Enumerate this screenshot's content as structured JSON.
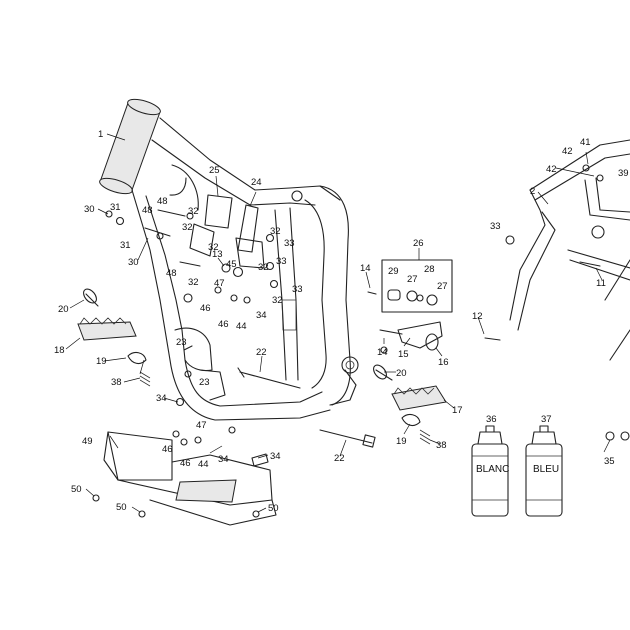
{
  "callouts": [
    {
      "id": "c1",
      "text": "1"
    },
    {
      "id": "c2",
      "text": "2"
    },
    {
      "id": "c11",
      "text": "11"
    },
    {
      "id": "c12",
      "text": "12"
    },
    {
      "id": "c13",
      "text": "13"
    },
    {
      "id": "c14a",
      "text": "14"
    },
    {
      "id": "c14b",
      "text": "14"
    },
    {
      "id": "c15",
      "text": "15"
    },
    {
      "id": "c16",
      "text": "16"
    },
    {
      "id": "c17",
      "text": "17"
    },
    {
      "id": "c18",
      "text": "18"
    },
    {
      "id": "c19a",
      "text": "19"
    },
    {
      "id": "c19b",
      "text": "19"
    },
    {
      "id": "c20a",
      "text": "20"
    },
    {
      "id": "c20b",
      "text": "20"
    },
    {
      "id": "c22a",
      "text": "22"
    },
    {
      "id": "c22b",
      "text": "22"
    },
    {
      "id": "c23a",
      "text": "23"
    },
    {
      "id": "c23b",
      "text": "23"
    },
    {
      "id": "c24",
      "text": "24"
    },
    {
      "id": "c25",
      "text": "25"
    },
    {
      "id": "c26",
      "text": "26"
    },
    {
      "id": "c27a",
      "text": "27"
    },
    {
      "id": "c27b",
      "text": "27"
    },
    {
      "id": "c28",
      "text": "28"
    },
    {
      "id": "c29",
      "text": "29"
    },
    {
      "id": "c30a",
      "text": "30"
    },
    {
      "id": "c30b",
      "text": "30"
    },
    {
      "id": "c31a",
      "text": "31"
    },
    {
      "id": "c31b",
      "text": "31"
    },
    {
      "id": "c32a",
      "text": "32"
    },
    {
      "id": "c32b",
      "text": "32"
    },
    {
      "id": "c32c",
      "text": "32"
    },
    {
      "id": "c32d",
      "text": "32"
    },
    {
      "id": "c32e",
      "text": "32"
    },
    {
      "id": "c32f",
      "text": "32"
    },
    {
      "id": "c32g",
      "text": "32"
    },
    {
      "id": "c33a",
      "text": "33"
    },
    {
      "id": "c33b",
      "text": "33"
    },
    {
      "id": "c33c",
      "text": "33"
    },
    {
      "id": "c33d",
      "text": "33"
    },
    {
      "id": "c34a",
      "text": "34"
    },
    {
      "id": "c34b",
      "text": "34"
    },
    {
      "id": "c34c",
      "text": "34"
    },
    {
      "id": "c34d",
      "text": "34"
    },
    {
      "id": "c35",
      "text": "35"
    },
    {
      "id": "c36",
      "text": "36"
    },
    {
      "id": "c37",
      "text": "37"
    },
    {
      "id": "c38a",
      "text": "38"
    },
    {
      "id": "c38b",
      "text": "38"
    },
    {
      "id": "c39",
      "text": "39"
    },
    {
      "id": "c41",
      "text": "41"
    },
    {
      "id": "c42a",
      "text": "42"
    },
    {
      "id": "c42b",
      "text": "42"
    },
    {
      "id": "c44a",
      "text": "44"
    },
    {
      "id": "c44b",
      "text": "44"
    },
    {
      "id": "c45",
      "text": "45"
    },
    {
      "id": "c46a",
      "text": "46"
    },
    {
      "id": "c46b",
      "text": "46"
    },
    {
      "id": "c46c",
      "text": "46"
    },
    {
      "id": "c46d",
      "text": "46"
    },
    {
      "id": "c47a",
      "text": "47"
    },
    {
      "id": "c47b",
      "text": "47"
    },
    {
      "id": "c48a",
      "text": "48"
    },
    {
      "id": "c48b",
      "text": "48"
    },
    {
      "id": "c48c",
      "text": "48"
    },
    {
      "id": "c49",
      "text": "49"
    },
    {
      "id": "c50a",
      "text": "50"
    },
    {
      "id": "c50b",
      "text": "50"
    },
    {
      "id": "c50c",
      "text": "50"
    }
  ],
  "cans": {
    "white": {
      "label": "BLANC"
    },
    "blue": {
      "label": "BLEU"
    }
  },
  "colors": {
    "line": "#222222",
    "background": "#ffffff",
    "can_fill": "#f2f2f2"
  }
}
